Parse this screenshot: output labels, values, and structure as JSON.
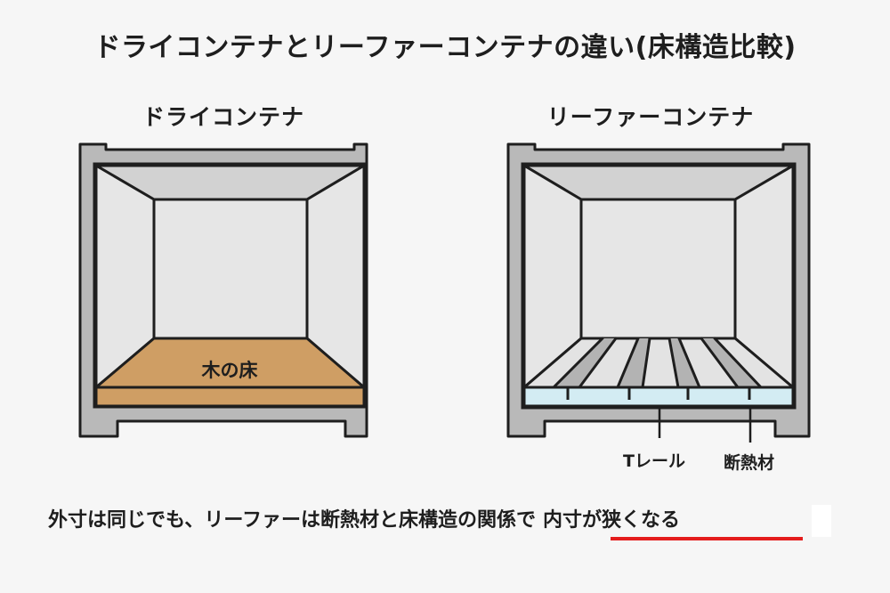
{
  "title": "ドライコンテナとリーファーコンテナの違い(床構造比較)",
  "panels": {
    "dry": {
      "heading": "ドライコンテナ",
      "floor_label": "木の床",
      "floor_color": "#cf9e64"
    },
    "reefer": {
      "heading": "リーファーコンテナ",
      "insulation_color": "#d3ecf3",
      "rail_dark_color": "#b3b3b3",
      "rail_light_color": "#e3e3e3",
      "callouts": [
        {
          "label": "Tレール"
        },
        {
          "label": "断熱材"
        }
      ]
    }
  },
  "caption": {
    "text": "外寸は同じでも、リーファーは断熱材と床構造の関係で",
    "emphasis": "内寸が狭くなる",
    "underline_color": "#e41d1d"
  },
  "colors": {
    "frame": "#b9b9b9",
    "ceiling": "#d2d2d2",
    "wall": "#e6e6e6",
    "outline": "#1e1e1e",
    "background": "#f6f6f6"
  }
}
